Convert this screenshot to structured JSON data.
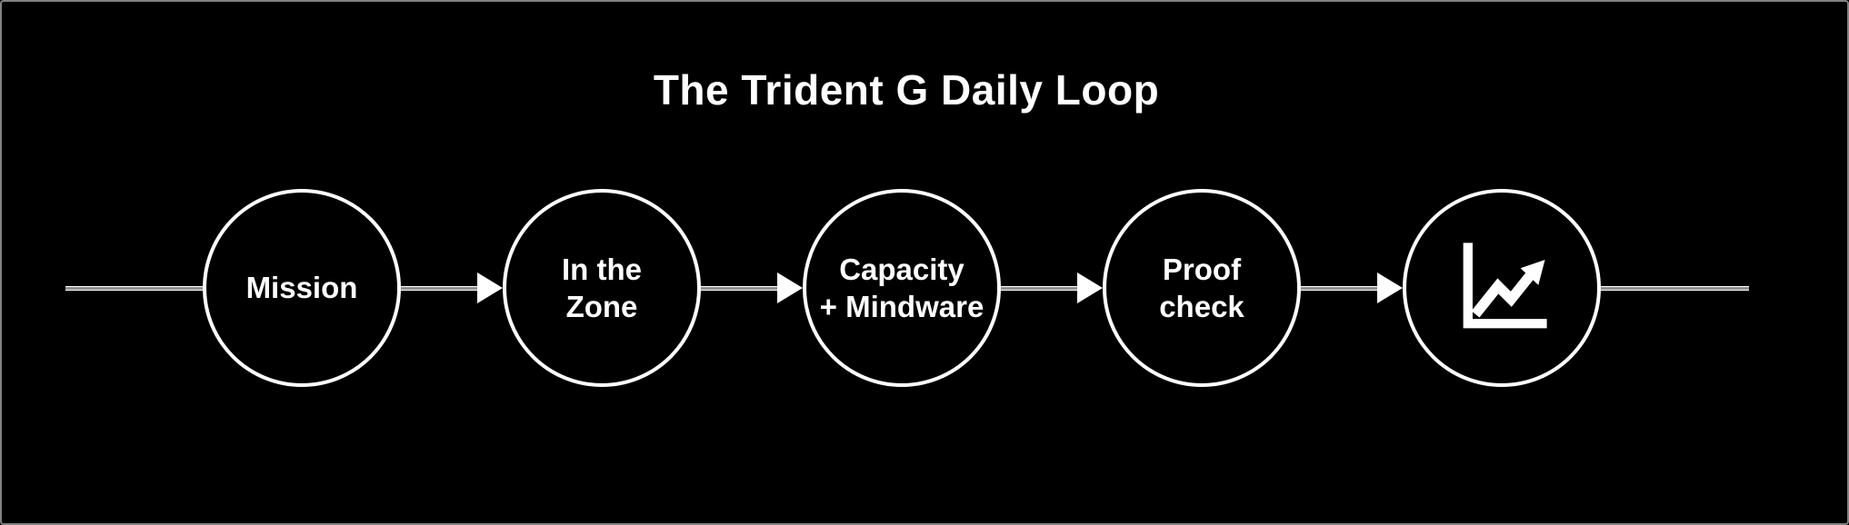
{
  "title": "The Trident G Daily Loop",
  "colors": {
    "background": "#000000",
    "stroke": "#ffffff",
    "canvas_border": "#828282",
    "connector_core": "#8f8f8f"
  },
  "flow": {
    "nodes": [
      {
        "id": "mission",
        "label": "Mission"
      },
      {
        "id": "in-the-zone",
        "label": "In the\nZone"
      },
      {
        "id": "capacity-mindware",
        "label": "Capacity\n+ Mindware"
      },
      {
        "id": "proof-check",
        "label": "Proof\ncheck"
      },
      {
        "id": "progress-chart",
        "label": "",
        "icon": "line-chart-trending-up-icon"
      }
    ],
    "connector_style": "right-arrow",
    "lead_line": "plain",
    "tail_line": "plain"
  }
}
